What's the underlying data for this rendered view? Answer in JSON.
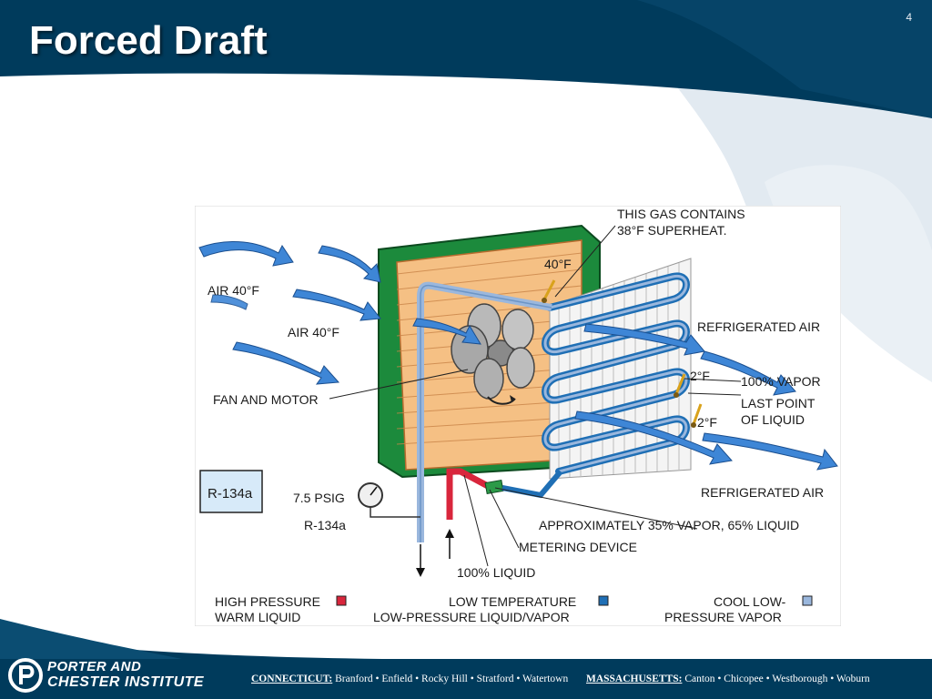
{
  "slide": {
    "title": "Forced Draft",
    "page_number": "4",
    "colors": {
      "navy": "#003b5c",
      "white": "#ffffff"
    }
  },
  "diagram": {
    "labels": {
      "gas_line1": "THIS GAS CONTAINS",
      "gas_line2": "38°F SUPERHEAT.",
      "temp_40f": "40°F",
      "air_40f_1": "AIR 40°F",
      "air_40f_2": "AIR 40°F",
      "refrigerated_air_top": "REFRIGERATED AIR",
      "temp_2f_a": "2°F",
      "vapor_100": "100% VAPOR",
      "last_point_line1": "LAST POINT",
      "last_point_line2": "OF LIQUID",
      "temp_2f_b": "2°F",
      "fan_and_motor": "FAN AND MOTOR",
      "r134a_box": "R-134a",
      "psig": "7.5 PSIG",
      "r134a_gauge": "R-134a",
      "refrigerated_air_bottom": "REFRIGERATED AIR",
      "approx_vapor": "APPROXIMATELY 35% VAPOR, 65% LIQUID",
      "metering_device": "METERING DEVICE",
      "liquid_100": "100% LIQUID"
    },
    "legend": {
      "high_pressure_line1": "HIGH PRESSURE",
      "high_pressure_line2": "WARM LIQUID",
      "low_temp_line1": "LOW TEMPERATURE",
      "low_temp_line2": "LOW-PRESSURE LIQUID/VAPOR",
      "cool_low_line1": "COOL LOW-",
      "cool_low_line2": "PRESSURE VAPOR",
      "colors": {
        "high_pressure": "#d9263c",
        "low_temp": "#1f6fb5",
        "cool_low": "#9ab7dd"
      }
    }
  },
  "footer": {
    "brand_line1": "PORTER AND",
    "brand_line2": "CHESTER INSTITUTE",
    "ct_label": "CONNECTICUT:",
    "ct_cities": "Branford • Enfield • Rocky Hill • Stratford • Watertown",
    "ma_label": "MASSACHUSETTS:",
    "ma_cities": "Canton • Chicopee • Westborough • Woburn"
  }
}
